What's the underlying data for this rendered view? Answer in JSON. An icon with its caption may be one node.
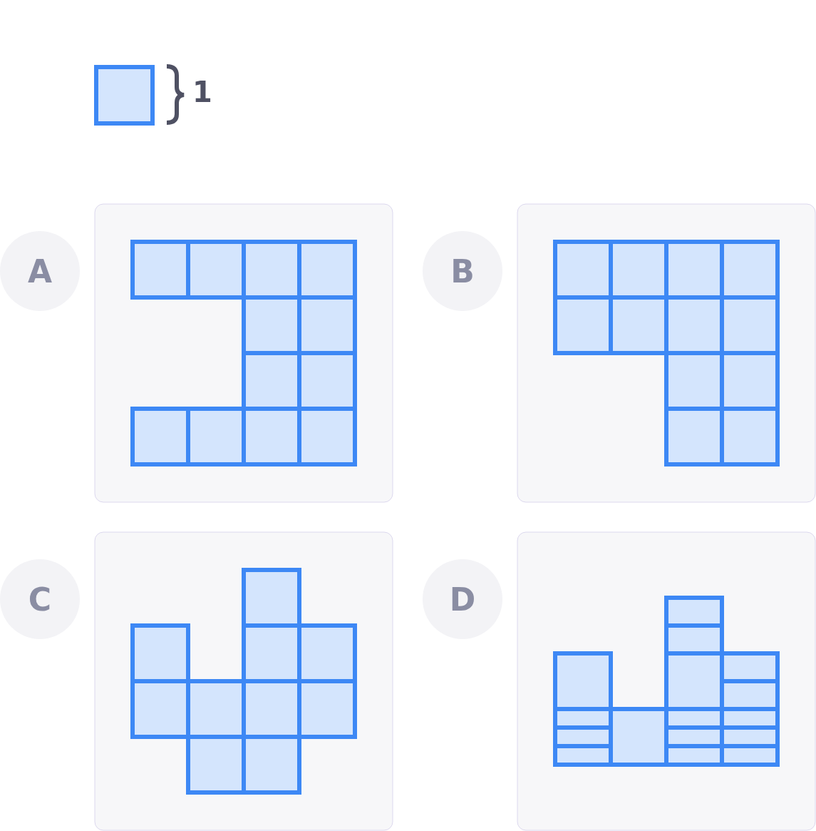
{
  "diagram": {
    "nodes": [
      {
        "text": [
          "A"
        ]
      },
      {
        "text": [
          "B"
        ]
      },
      {
        "text": [
          "C"
        ]
      },
      {
        "text": [
          "D"
        ]
      }
    ],
    "labels": [
      "1"
    ]
  }
}
